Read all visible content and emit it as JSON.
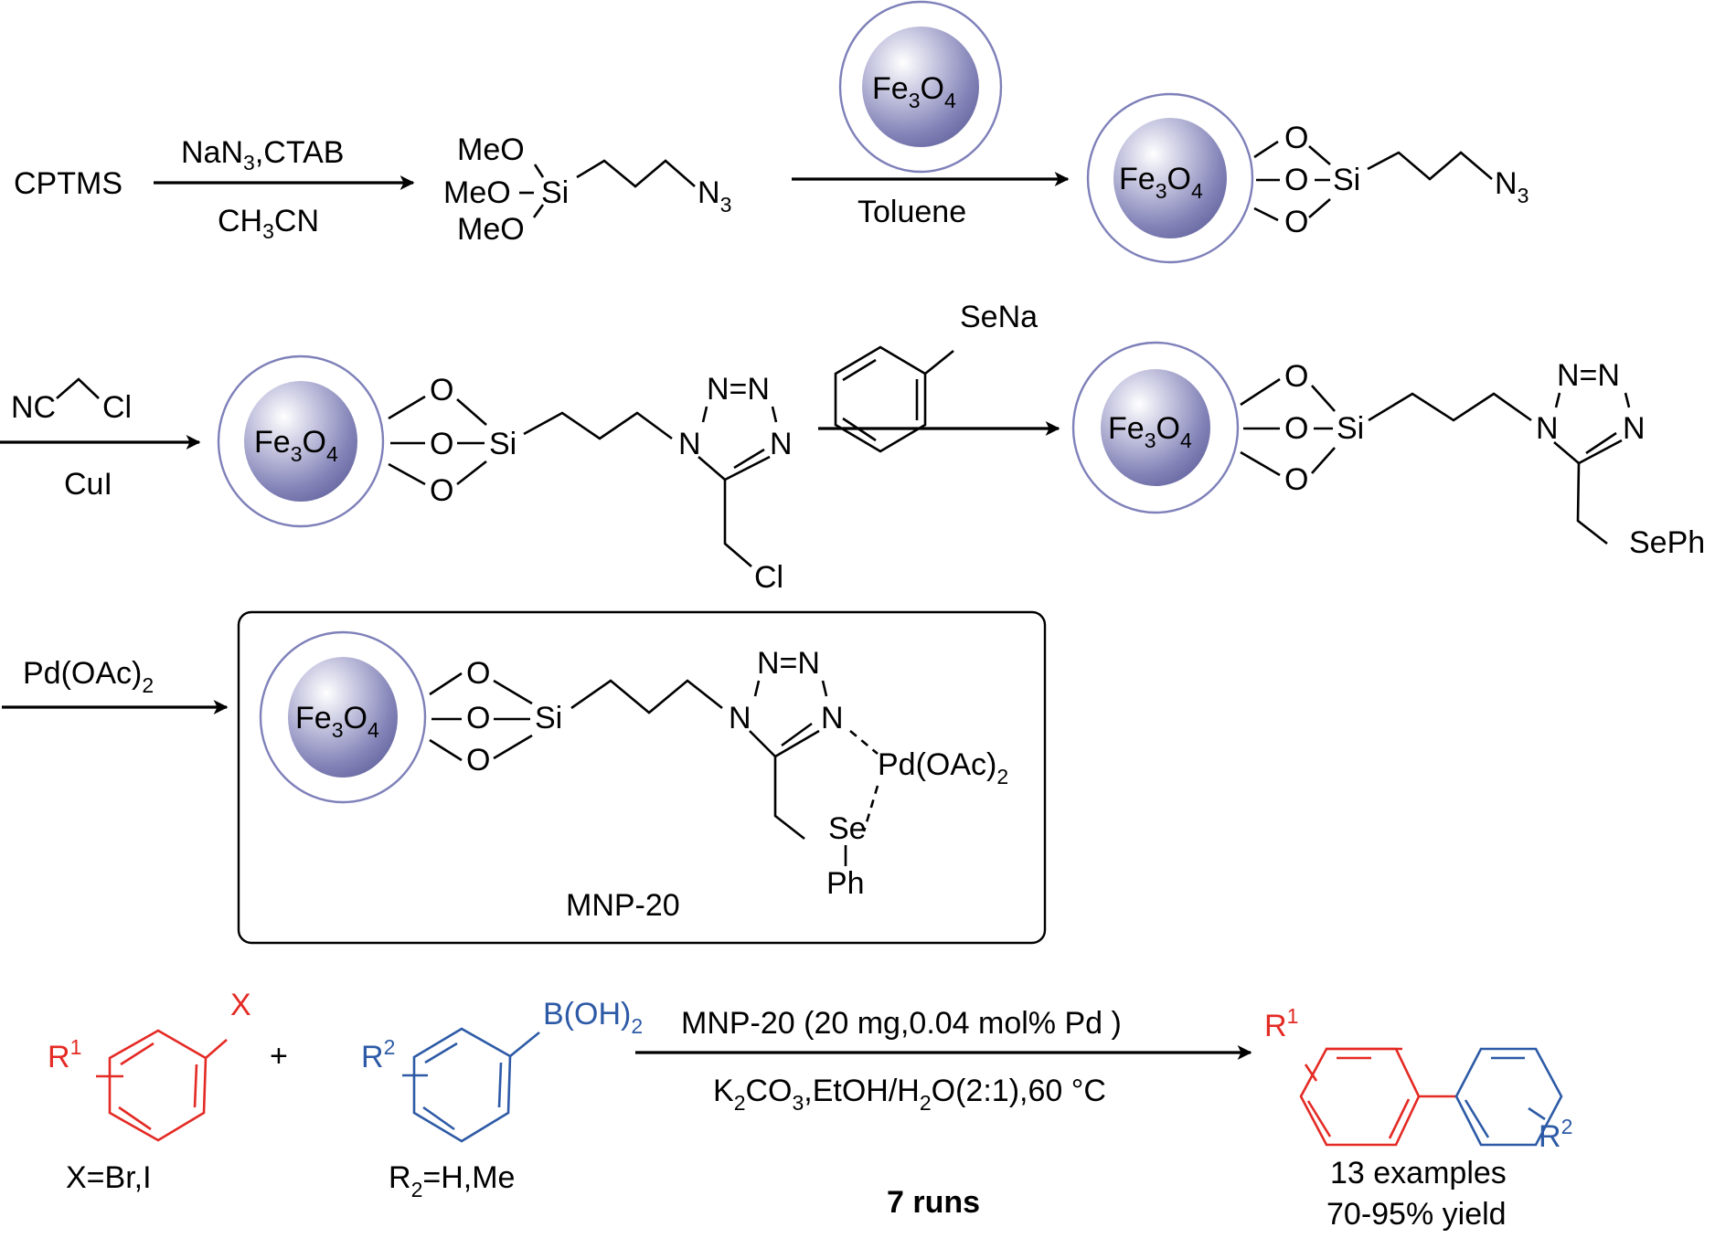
{
  "scheme": {
    "row1": {
      "start_material": "CPTMS",
      "step1_reagents_above": {
        "main": "NaN",
        "sub": "3",
        "rest": ",CTAB"
      },
      "step1_reagents_below": {
        "main": "CH",
        "sub": "3",
        "rest": "CN"
      },
      "intermediate1": {
        "meo_1": "MeO",
        "meo_2": "MeO",
        "meo_3": "MeO",
        "si": "Si",
        "azide": "N",
        "azide_sub": "3"
      },
      "step2_reagent_particle": {
        "label": "Fe",
        "sub1": "3",
        "label2": "O",
        "sub2": "4"
      },
      "step2_solvent": "Toluene",
      "intermediate2": {
        "core": "Fe",
        "core_sub1": "3",
        "core2": "O",
        "core_sub2": "4",
        "o": "O",
        "si": "Si",
        "azide": "N",
        "azide_sub": "3"
      }
    },
    "row2": {
      "step3_reagent": {
        "left": "NC",
        "right": "Cl"
      },
      "step3_catalyst": "CuI",
      "intermediate3": {
        "core": "Fe",
        "core_sub1": "3",
        "core2": "O",
        "core_sub2": "4",
        "o": "O",
        "si": "Si",
        "n": "N",
        "n_eq_n": "N=N",
        "substituent": "Cl"
      },
      "step4_reagent": "SeNa",
      "intermediate4": {
        "core": "Fe",
        "core_sub1": "3",
        "core2": "O",
        "core_sub2": "4",
        "o": "O",
        "si": "Si",
        "n": "N",
        "n_eq_n": "N=N",
        "substituent": "SePh"
      }
    },
    "row3": {
      "step5_reagent": {
        "main": "Pd(OAc)",
        "sub": "2"
      },
      "catalyst": {
        "core": "Fe",
        "core_sub1": "3",
        "core2": "O",
        "core_sub2": "4",
        "o": "O",
        "si": "Si",
        "n": "N",
        "n_eq_n": "N=N",
        "pd": "Pd(OAc)",
        "pd_sub": "2",
        "se": "Se",
        "ph": "Ph",
        "name": "MNP-20"
      }
    },
    "row4": {
      "aryl_halide": {
        "r": "R",
        "r_sup": "1",
        "x": "X",
        "note": "X=Br,I"
      },
      "plus": "+",
      "boronic_acid": {
        "r": "R",
        "r_sup": "2",
        "group": "B(OH)",
        "group_sub": "2",
        "note_main": "R",
        "note_sub": "2",
        "note_rest": "=H,Me"
      },
      "conditions_above": "MNP-20 (20 mg,0.04 mol% Pd )",
      "conditions_below": {
        "k": "K",
        "k_sub": "2",
        "co": "CO",
        "co_sub": "3",
        "mid": ",EtOH/H",
        "h_sub": "2",
        "rest": "O(2:1),60 °C"
      },
      "runs": "7  runs",
      "product": {
        "r1": "R",
        "r1_sup": "1",
        "r2": "R",
        "r2_sup": "2"
      },
      "examples": "13 examples",
      "yield": "70-95% yield"
    },
    "colors": {
      "red": "#e42a24",
      "blue": "#2d5aa6",
      "sphere_dark": "#6d6da6",
      "shell": "#7e80b9"
    }
  }
}
